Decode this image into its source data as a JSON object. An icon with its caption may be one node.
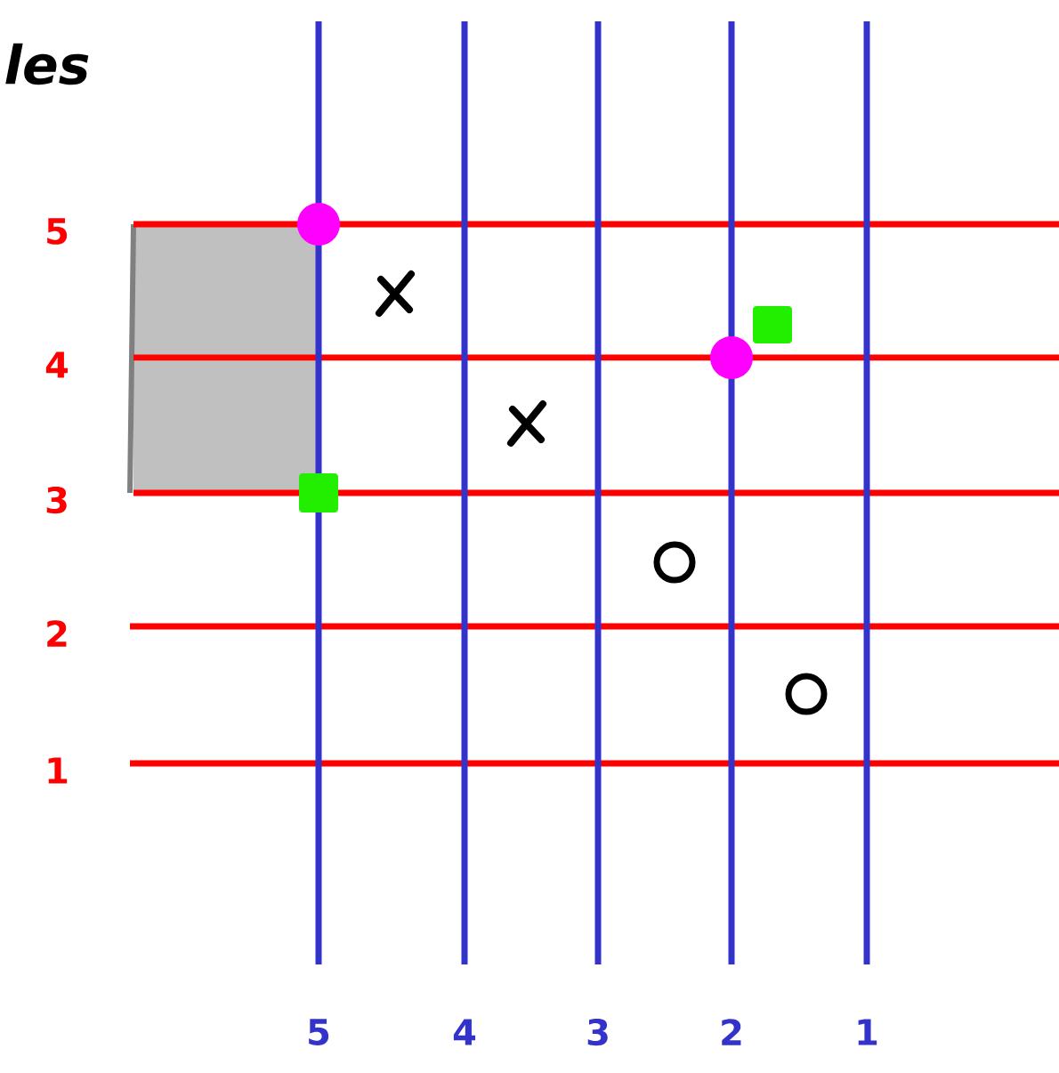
{
  "diagram": {
    "labels": [
      "les",
      "5",
      "4",
      "3",
      "2",
      "1",
      "5",
      "4",
      "3",
      "2",
      "1"
    ]
  }
}
